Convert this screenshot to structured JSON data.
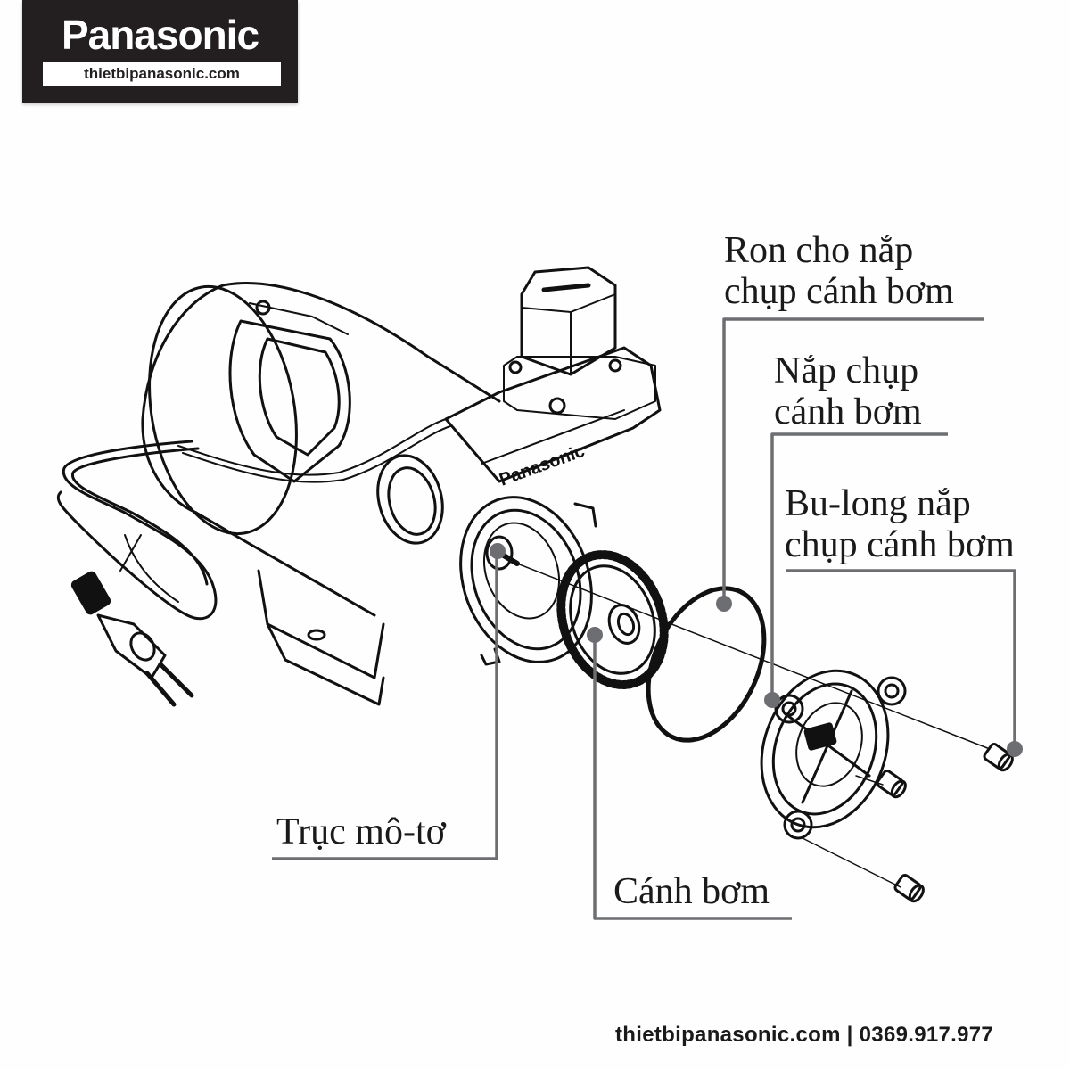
{
  "brand": {
    "wordmark": "Panasonic",
    "url_badge": "thietbipanasonic.com"
  },
  "diagram": {
    "subject": "Panasonic booster water pump - exploded view",
    "housing_emboss": "Panasonic",
    "parts": [
      {
        "id": "gasket",
        "label_line1": "Ron cho nắp",
        "label_line2": "chụp cánh bơm"
      },
      {
        "id": "impeller-cover",
        "label_line1": "Nắp chụp",
        "label_line2": "cánh bơm"
      },
      {
        "id": "cover-bolts",
        "label_line1": "Bu-long nắp",
        "label_line2": "chụp cánh bơm"
      },
      {
        "id": "motor-shaft",
        "label_line1": "Trục mô-tơ",
        "label_line2": ""
      },
      {
        "id": "impeller",
        "label_line1": "Cánh bơm",
        "label_line2": ""
      }
    ],
    "colors": {
      "leader_line": "#6d6e71",
      "callout_dot": "#6d6e71",
      "line_art": "#111111"
    }
  },
  "footer": {
    "contact": "thietbipanasonic.com | 0369.917.977"
  }
}
